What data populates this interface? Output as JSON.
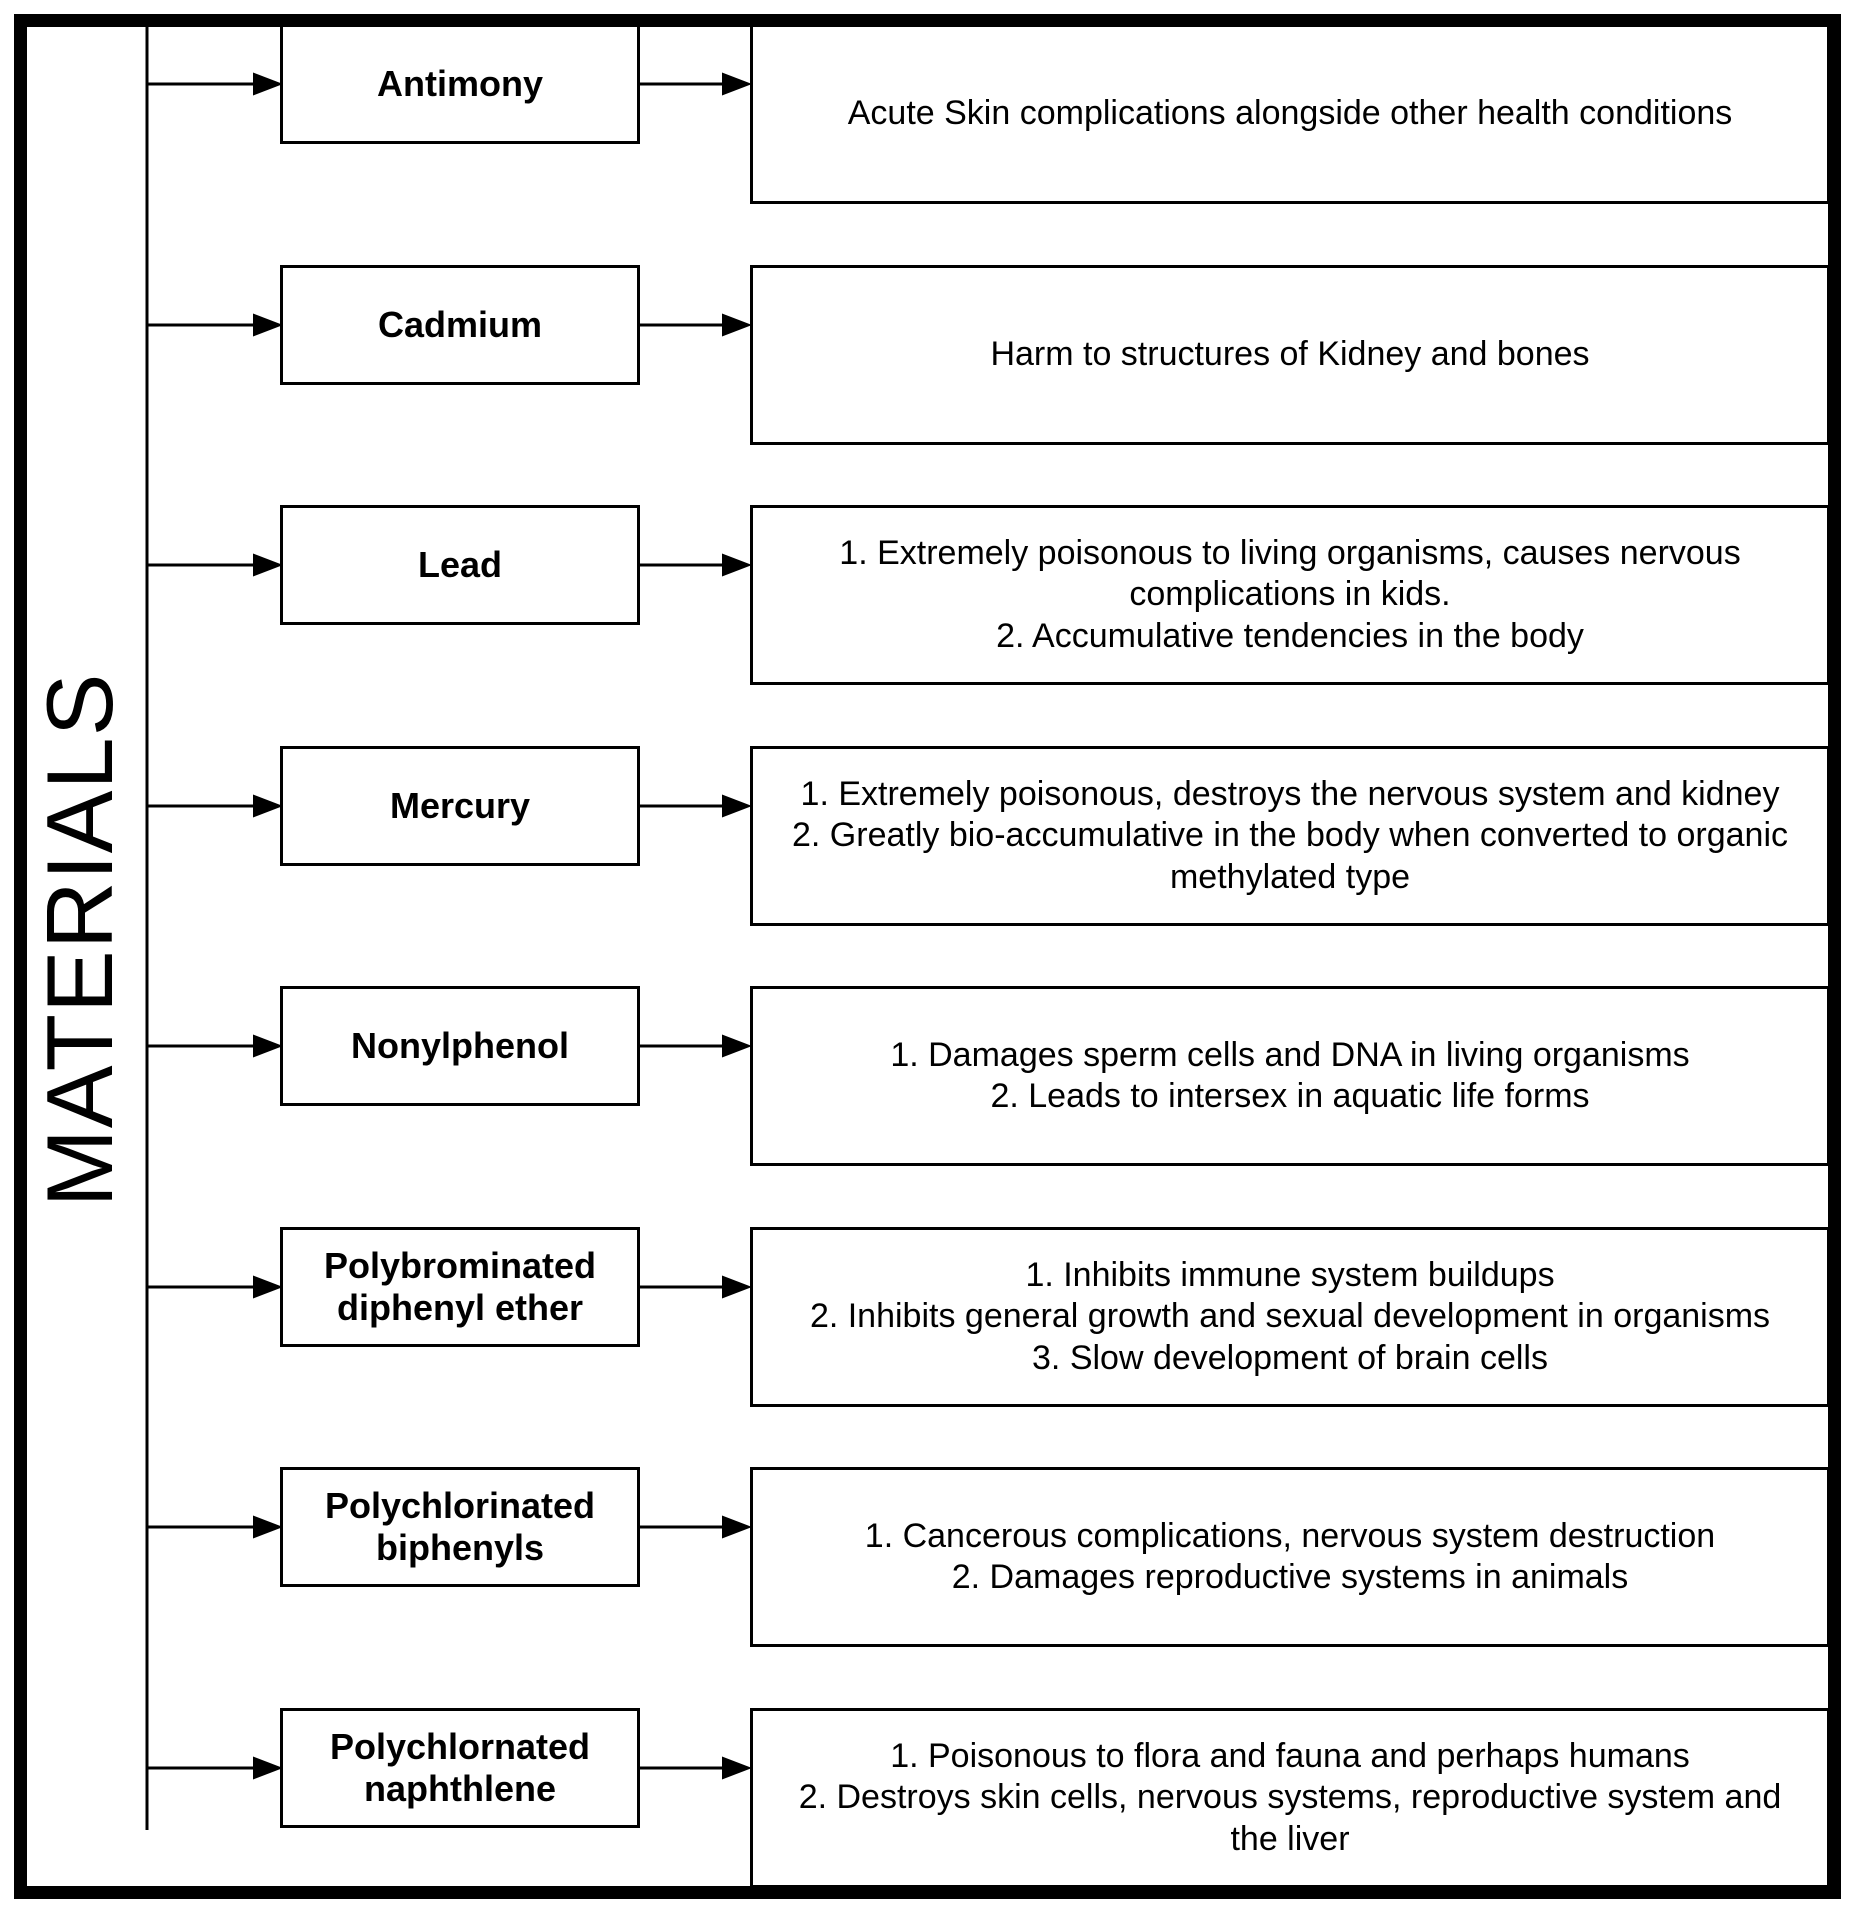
{
  "diagram": {
    "axis_label": "MATERIALS",
    "colors": {
      "line": "#000000",
      "background": "#ffffff",
      "text": "#000000"
    },
    "materials": [
      {
        "name": "Antimony",
        "effects": [
          "Acute Skin complications alongside other health conditions"
        ]
      },
      {
        "name": "Cadmium",
        "effects": [
          "Harm to structures of Kidney and bones"
        ]
      },
      {
        "name": "Lead",
        "effects": [
          "1. Extremely poisonous to living organisms, causes nervous complications in kids.",
          "2. Accumulative tendencies in the body"
        ]
      },
      {
        "name": "Mercury",
        "effects": [
          "1. Extremely poisonous, destroys the nervous system and kidney",
          "2. Greatly bio-accumulative in the body when converted to organic methylated type"
        ]
      },
      {
        "name": "Nonylphenol",
        "effects": [
          "1. Damages sperm cells and DNA in living organisms",
          "2. Leads to intersex in aquatic life forms"
        ]
      },
      {
        "name": "Polybrominated diphenyl ether",
        "effects": [
          "1. Inhibits immune system buildups",
          "2. Inhibits general growth and sexual development in organisms",
          "3. Slow development of brain cells"
        ]
      },
      {
        "name": "Polychlorinated biphenyls",
        "effects": [
          "1. Cancerous complications, nervous system destruction",
          "2. Damages reproductive systems in animals"
        ]
      },
      {
        "name": "Polychlornated naphthlene",
        "effects": [
          "1. Poisonous to flora and fauna and perhaps humans",
          "2. Destroys skin cells, nervous systems, reproductive system and the liver"
        ]
      }
    ]
  }
}
